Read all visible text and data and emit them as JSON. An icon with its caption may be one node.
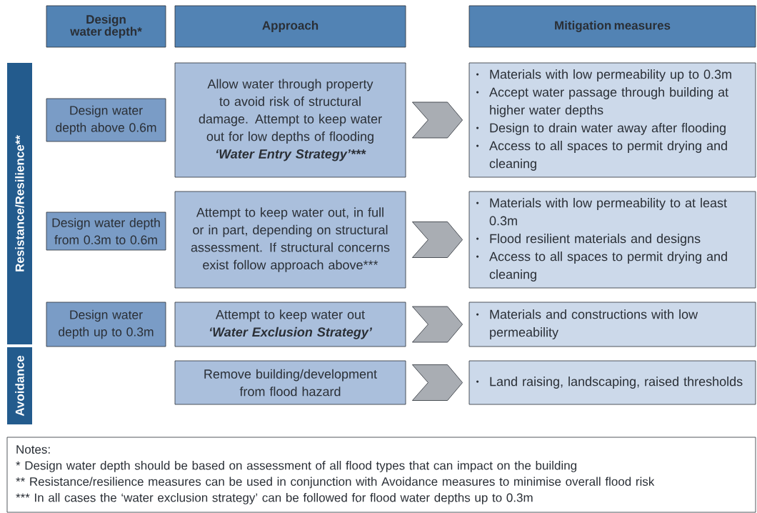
{
  "diagram": {
    "nodes": [
      {
        "text": [
          "Design water depth*"
        ]
      },
      {
        "text": [
          "Approach"
        ]
      },
      {
        "text": [
          "Mitigation measures"
        ]
      },
      {
        "text": [
          "Resistance/Resilience**"
        ]
      },
      {
        "text": [
          "Design water depth above 0.6m"
        ]
      },
      {
        "text": [
          "Allow water through property to avoid risk of structural damage. Attempt to keep water out for low depths of flooding",
          "‘Water Entry Strategy’***"
        ]
      },
      {
        "text": [
          "Materials with low permeability up to 0.3m",
          "Accept water passage through building at higher water depths",
          "Design to drain water away after flooding",
          "Access to all spaces to permit drying and cleaning"
        ]
      },
      {
        "text": [
          "Design water depth from 0.3m to 0.6m"
        ]
      },
      {
        "text": [
          "Attempt to keep water out, in full or in part, depending on structural assessment. If structural concerns exist follow approach above***"
        ]
      },
      {
        "text": [
          "Materials with low permeability to at least 0.3m",
          "Flood resilient materials and designs",
          "Access to all  spaces to permit drying and cleaning"
        ]
      },
      {
        "text": [
          "Design water depth up to 0.3m"
        ]
      },
      {
        "text": [
          "Attempt to keep water out",
          "‘Water Exclusion Strategy’"
        ]
      },
      {
        "text": [
          "Materials and constructions with low permeability"
        ]
      },
      {
        "text": [
          "Avoidance"
        ]
      },
      {
        "text": [
          "Remove building/development from flood hazard"
        ]
      },
      {
        "text": [
          "Land raising, landscaping, raised thresholds"
        ]
      },
      {
        "text": [
          "Notes:",
          "* Design water depth should be based on assessment of all flood types that can impact on the building",
          "** Resistance/resilience measures can be used in conjunction with Avoidance measures to minimise overall flood risk",
          "*** In all cases the ‘water exclusion strategy’ can be followed for flood water depths up to 0.3m"
        ]
      }
    ],
    "edges": [
      {
        "from": 5,
        "to": 6,
        "arrow": "to"
      },
      {
        "from": 8,
        "to": 9,
        "arrow": "to"
      },
      {
        "from": 11,
        "to": 12,
        "arrow": "to"
      },
      {
        "from": 14,
        "to": 15,
        "arrow": "to"
      }
    ]
  }
}
